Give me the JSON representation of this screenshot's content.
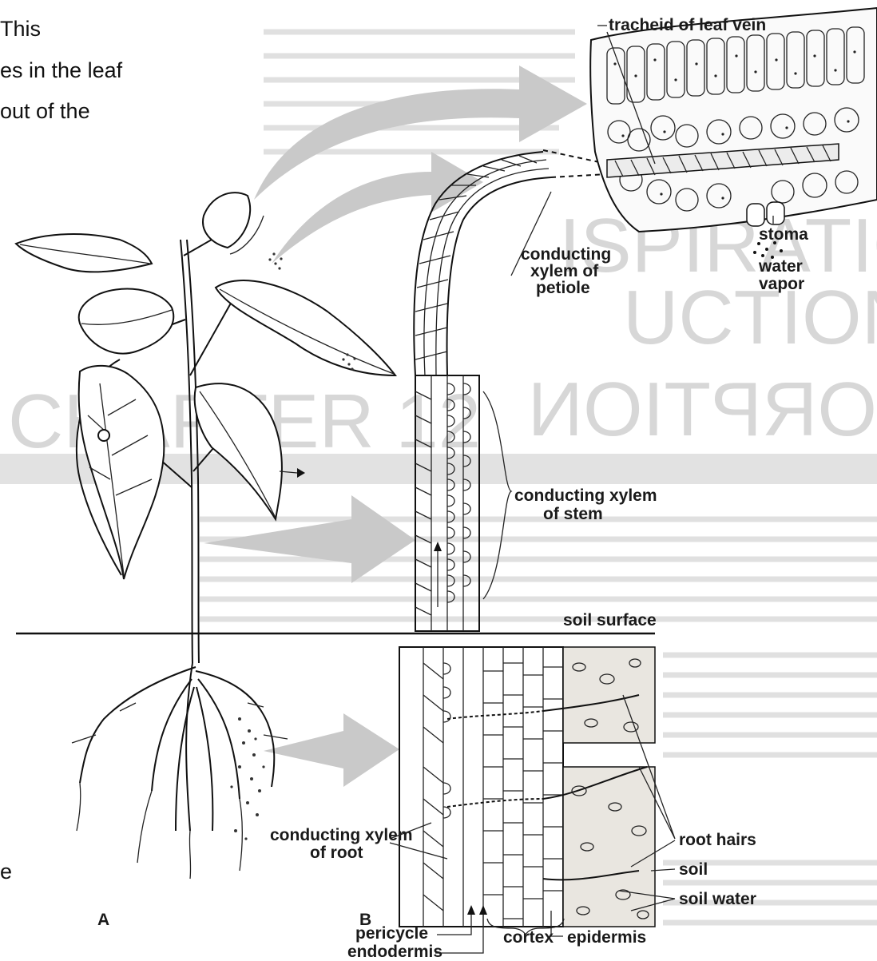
{
  "overlay_text": {
    "line1": "This",
    "line2": "es in the leaf",
    "line3": "out of the",
    "side_fragment": "e"
  },
  "background_text": {
    "heading_a": "ISPIRATION,",
    "heading_b": "UCTION,",
    "chapter": "CHAPTER 12",
    "heading_c": "ORPTION"
  },
  "figure_letters": {
    "a": "A",
    "b": "B"
  },
  "labels": {
    "tracheid_of_leaf_vein": "tracheid of leaf vein",
    "stoma": "stoma",
    "water_vapor_1": "water",
    "water_vapor_2": "vapor",
    "xylem_petiole_1": "conducting",
    "xylem_petiole_2": "xylem of",
    "xylem_petiole_3": "petiole",
    "xylem_stem_1": "conducting xylem",
    "xylem_stem_2": "of stem",
    "soil_surface": "soil surface",
    "root_hairs": "root hairs",
    "soil": "soil",
    "soil_water": "soil water",
    "xylem_root_1": "conducting xylem",
    "xylem_root_2": "of root",
    "pericycle": "pericycle",
    "endodermis": "endodermis",
    "cortex": "cortex",
    "epidermis": "epidermis"
  },
  "colors": {
    "ink": "#111111",
    "arrow_fill": "#c9c9c9",
    "ghost_text": "#d7d7d7",
    "soil_fill": "#e9e6e0"
  }
}
